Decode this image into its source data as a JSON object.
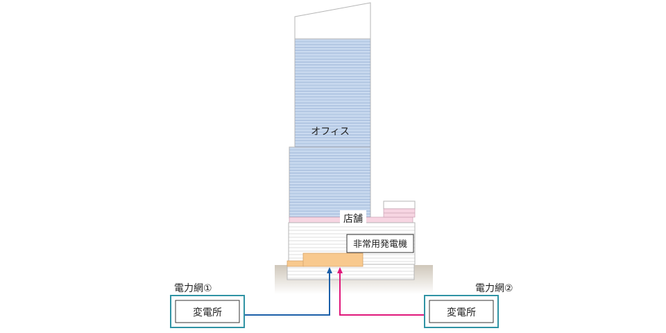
{
  "labels": {
    "office": "オフィス",
    "shop": "店舗",
    "generator": "非常用発電機",
    "grid1": "電力網①",
    "grid2": "電力網②",
    "substation1": "変電所",
    "substation2": "変電所"
  },
  "colors": {
    "office_fill": "#c7d8ee",
    "office_line": "#8ea8cf",
    "shop_fill": "#f7d5e2",
    "generator_fill": "#f8c98e",
    "line_blue": "#1b5fa8",
    "line_magenta": "#e0187b",
    "box_border": "#2f93a4",
    "ground": "#d9d2c6",
    "building_line": "#b9b9b9"
  }
}
